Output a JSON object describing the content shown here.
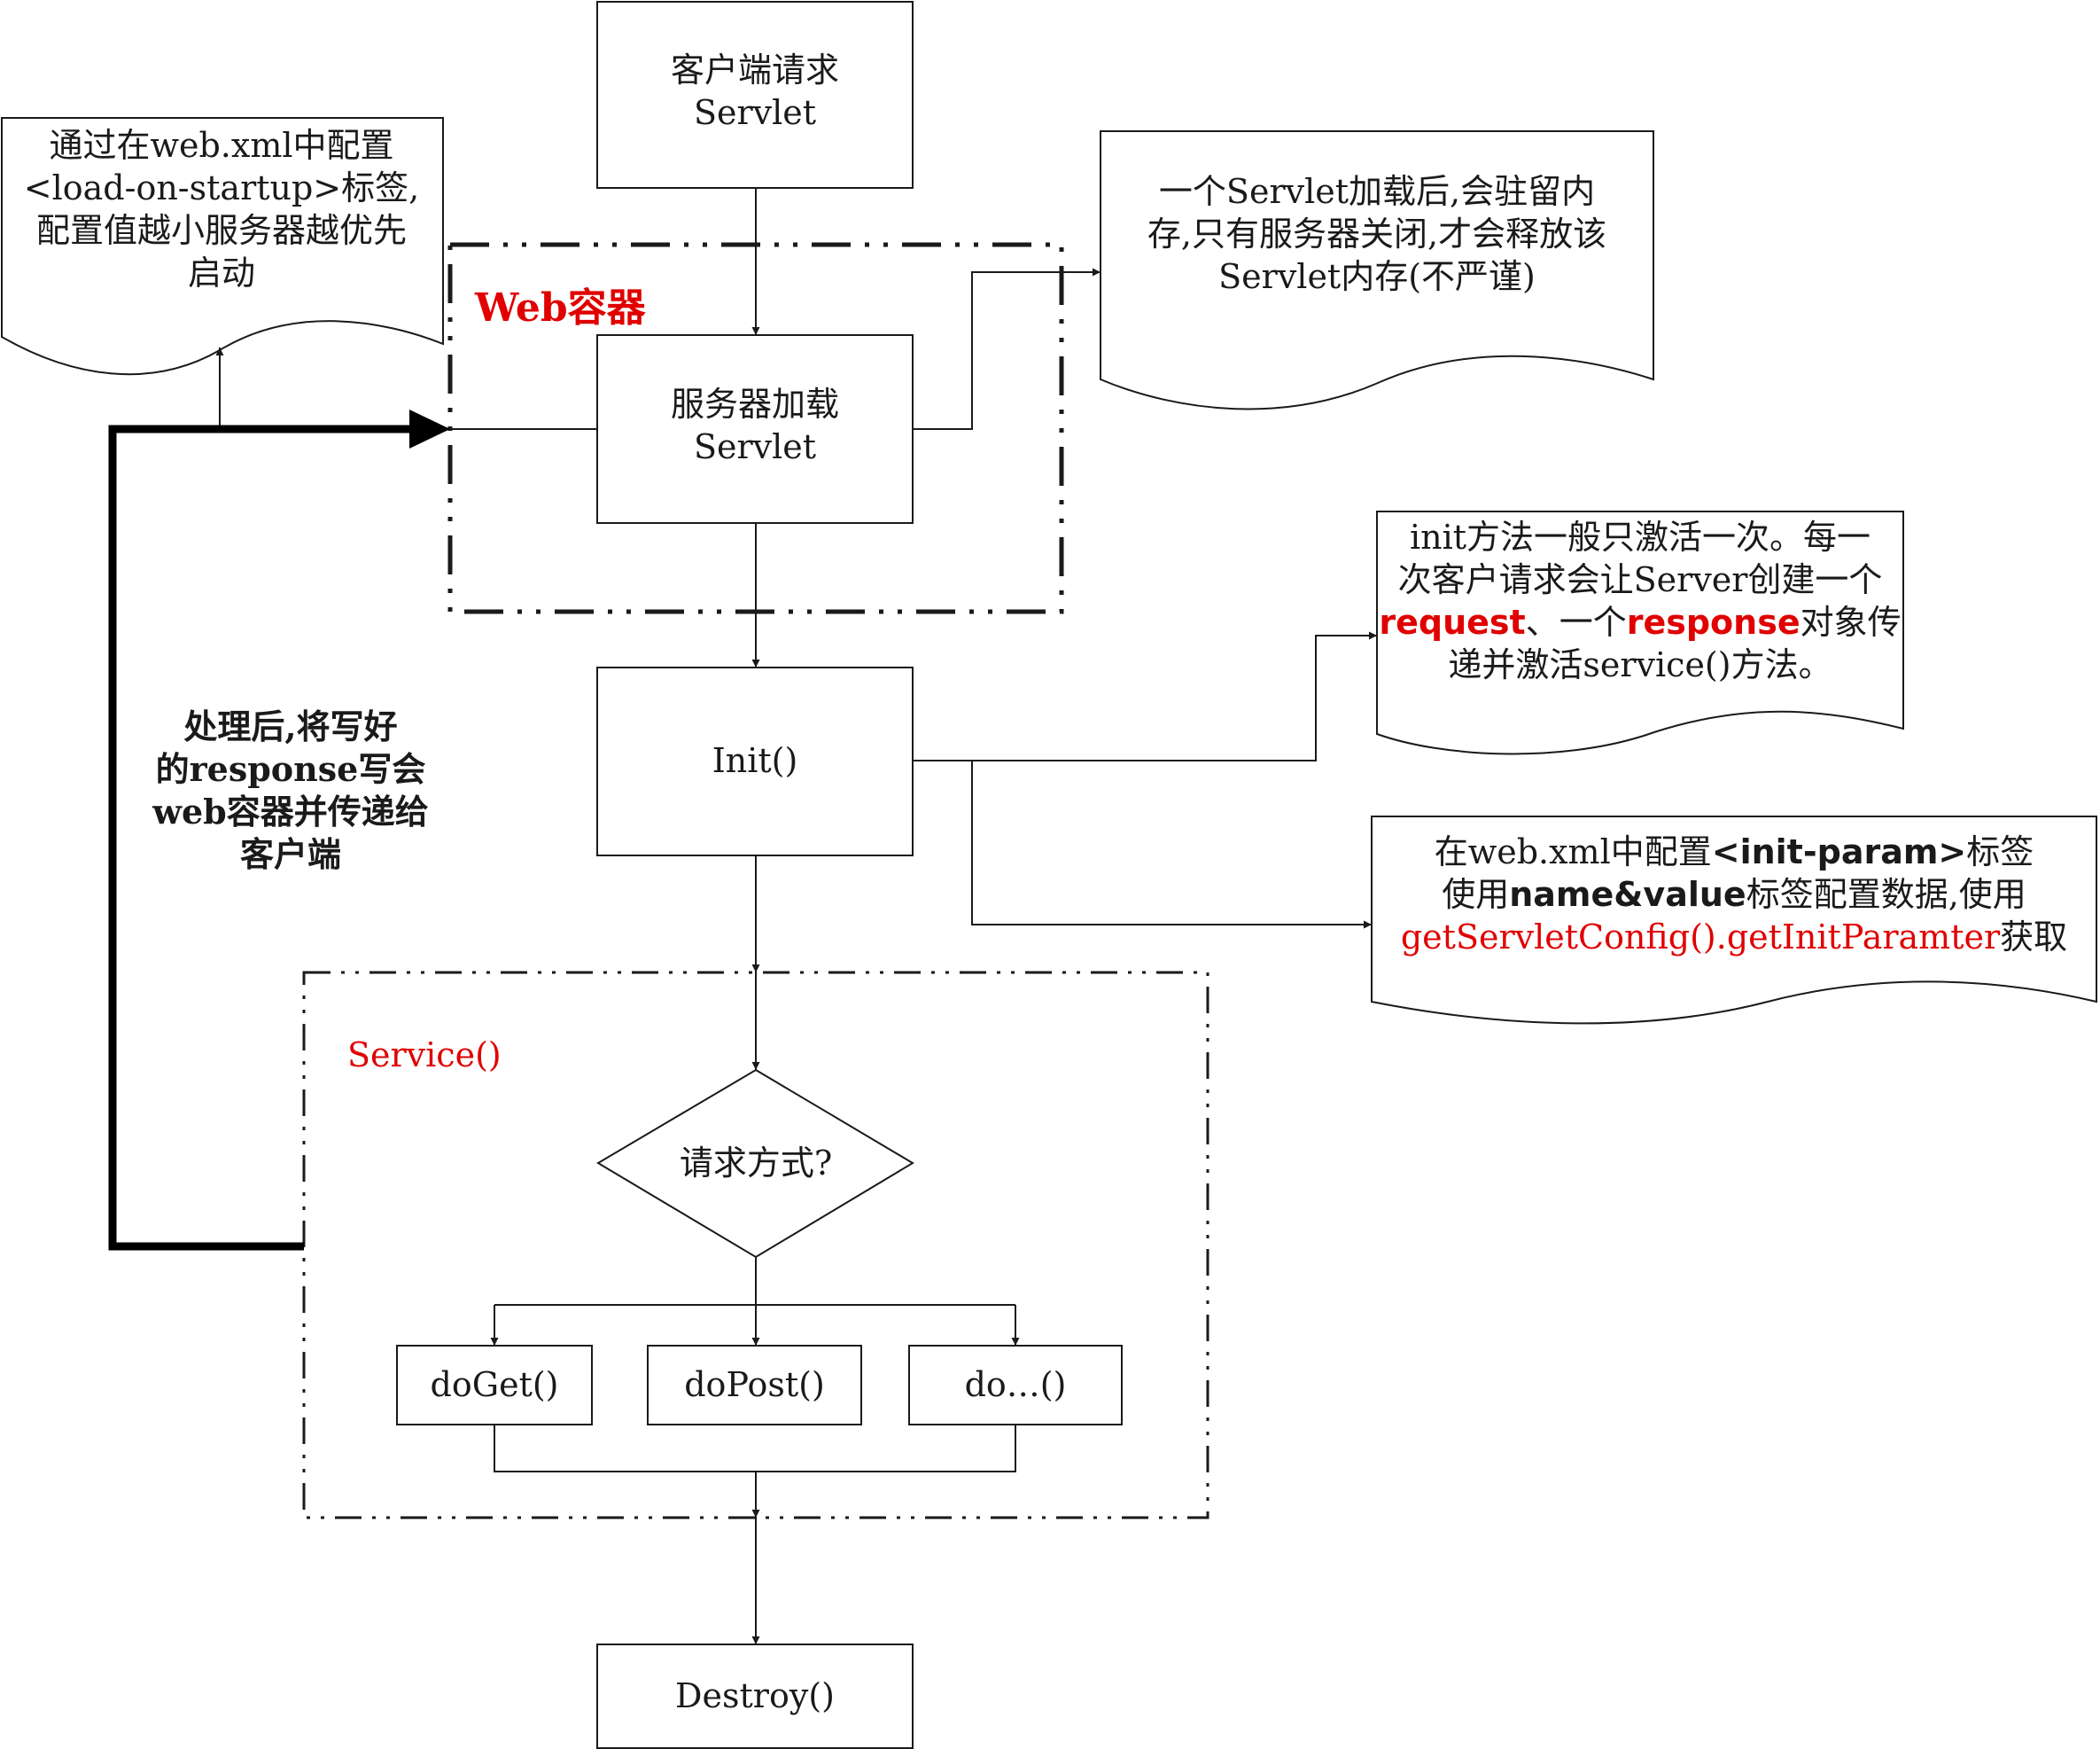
{
  "boxes": {
    "client_request": [
      "客户端请求",
      "Servlet"
    ],
    "server_load": [
      "服务器加载",
      "Servlet"
    ],
    "init": "Init()",
    "decision": "请求方式?",
    "do_get": "doGet()",
    "do_post": "doPost()",
    "do_other": "do…()",
    "destroy": "Destroy()"
  },
  "containers": {
    "web_container": "Web容器",
    "service": "Service()"
  },
  "notes": {
    "load_on_startup": [
      "通过在web.xml中配置",
      "<load-on-startup>标签,",
      "配置值越小服务器越优先",
      "启动"
    ],
    "memory": [
      "一个Servlet加载后,会驻留内",
      "存,只有服务器关闭,才会释放该",
      "Servlet内存(不严谨)"
    ],
    "init_once": {
      "line1": "init方法一般只激活一次。每一",
      "line2": "次客户请求会让Server创建一个",
      "line3_request": "request",
      "line3_mid": "、一个",
      "line3_response": "response",
      "line3_tail": "对象传",
      "line4": "递并激活service()方法。"
    },
    "init_param": {
      "line1_pre": "在web.xml中配置",
      "line1_tag": "<init-param>",
      "line1_post": "标签",
      "line2_pre": "使用",
      "line2_bold": "name&value",
      "line2_post": "标签配置数据,使用",
      "line3_red": "getServletConfig().getInitParamter",
      "line3_post": "获取"
    },
    "response_back": [
      "处理后,将写好",
      "的response写会",
      "web容器并传递给",
      "客户端"
    ]
  },
  "colors": {
    "line": "#1a1a1a",
    "accent_red": "#e00000",
    "background": "#ffffff"
  }
}
